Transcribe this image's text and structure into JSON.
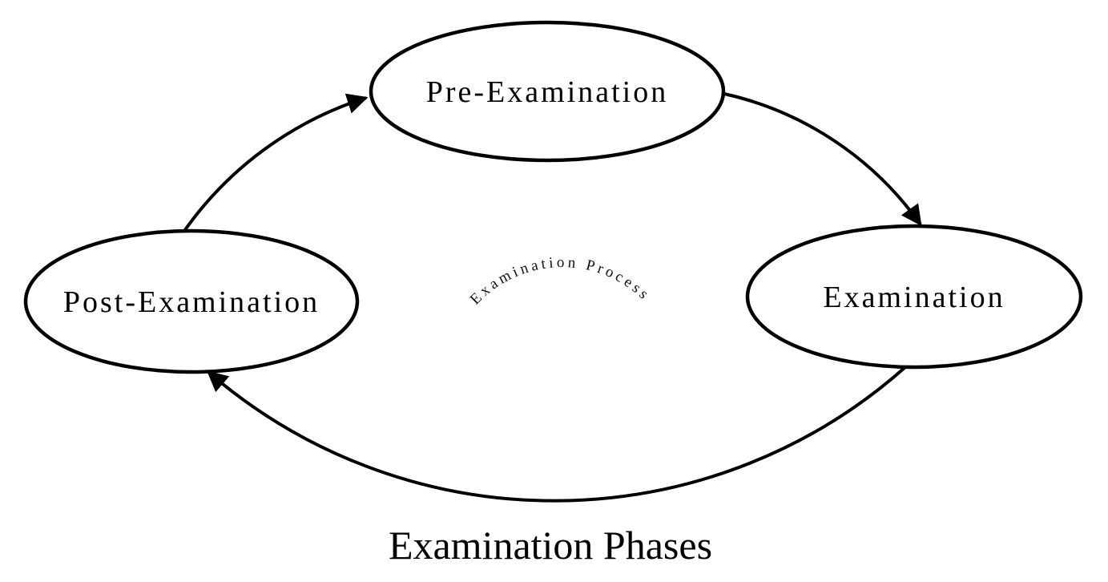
{
  "diagram": {
    "type": "cycle",
    "title": "Examination Phases",
    "center_label": "Examination Process",
    "nodes": {
      "pre": {
        "label": "Pre-Examination"
      },
      "exam": {
        "label": "Examination"
      },
      "post": {
        "label": "Post-Examination"
      }
    },
    "edges": [
      {
        "from": "Post-Examination",
        "to": "Pre-Examination"
      },
      {
        "from": "Pre-Examination",
        "to": "Examination"
      },
      {
        "from": "Examination",
        "to": "Post-Examination"
      }
    ],
    "flow_direction": "clockwise",
    "colors": {
      "background": "#ffffff",
      "stroke": "#000000",
      "text": "#000000"
    }
  }
}
